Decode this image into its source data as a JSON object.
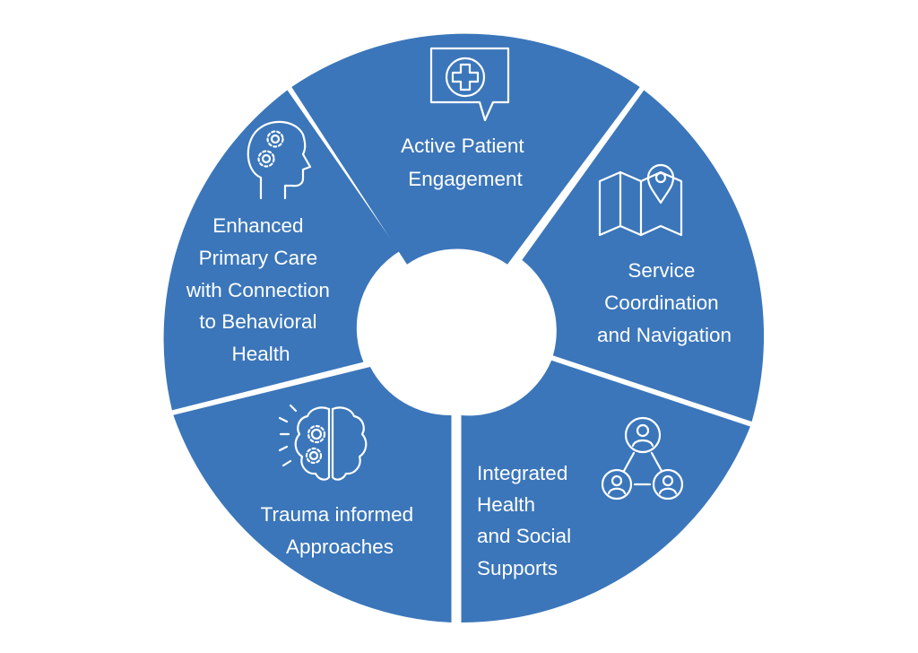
{
  "diagram": {
    "colors": {
      "segment_fill": "#3B76BA",
      "gap": "#ffffff",
      "text": "#ffffff"
    },
    "segments": [
      {
        "id": "active-patient-engagement",
        "icon": "medical-chat-icon",
        "lines": [
          "Active Patient",
          "Engagement"
        ]
      },
      {
        "id": "service-coordination",
        "icon": "map-pin-icon",
        "lines": [
          "Service",
          "Coordination",
          "and Navigation"
        ]
      },
      {
        "id": "integrated-health",
        "icon": "people-network-icon",
        "lines": [
          "Integrated",
          "Health",
          "and Social",
          "Supports"
        ]
      },
      {
        "id": "trauma-informed",
        "icon": "brain-gears-icon",
        "lines": [
          "Trauma informed",
          "Approaches"
        ]
      },
      {
        "id": "enhanced-primary-care",
        "icon": "head-gears-icon",
        "lines": [
          "Enhanced",
          "Primary Care",
          "with Connection",
          "to Behavioral",
          "Health"
        ]
      }
    ]
  }
}
